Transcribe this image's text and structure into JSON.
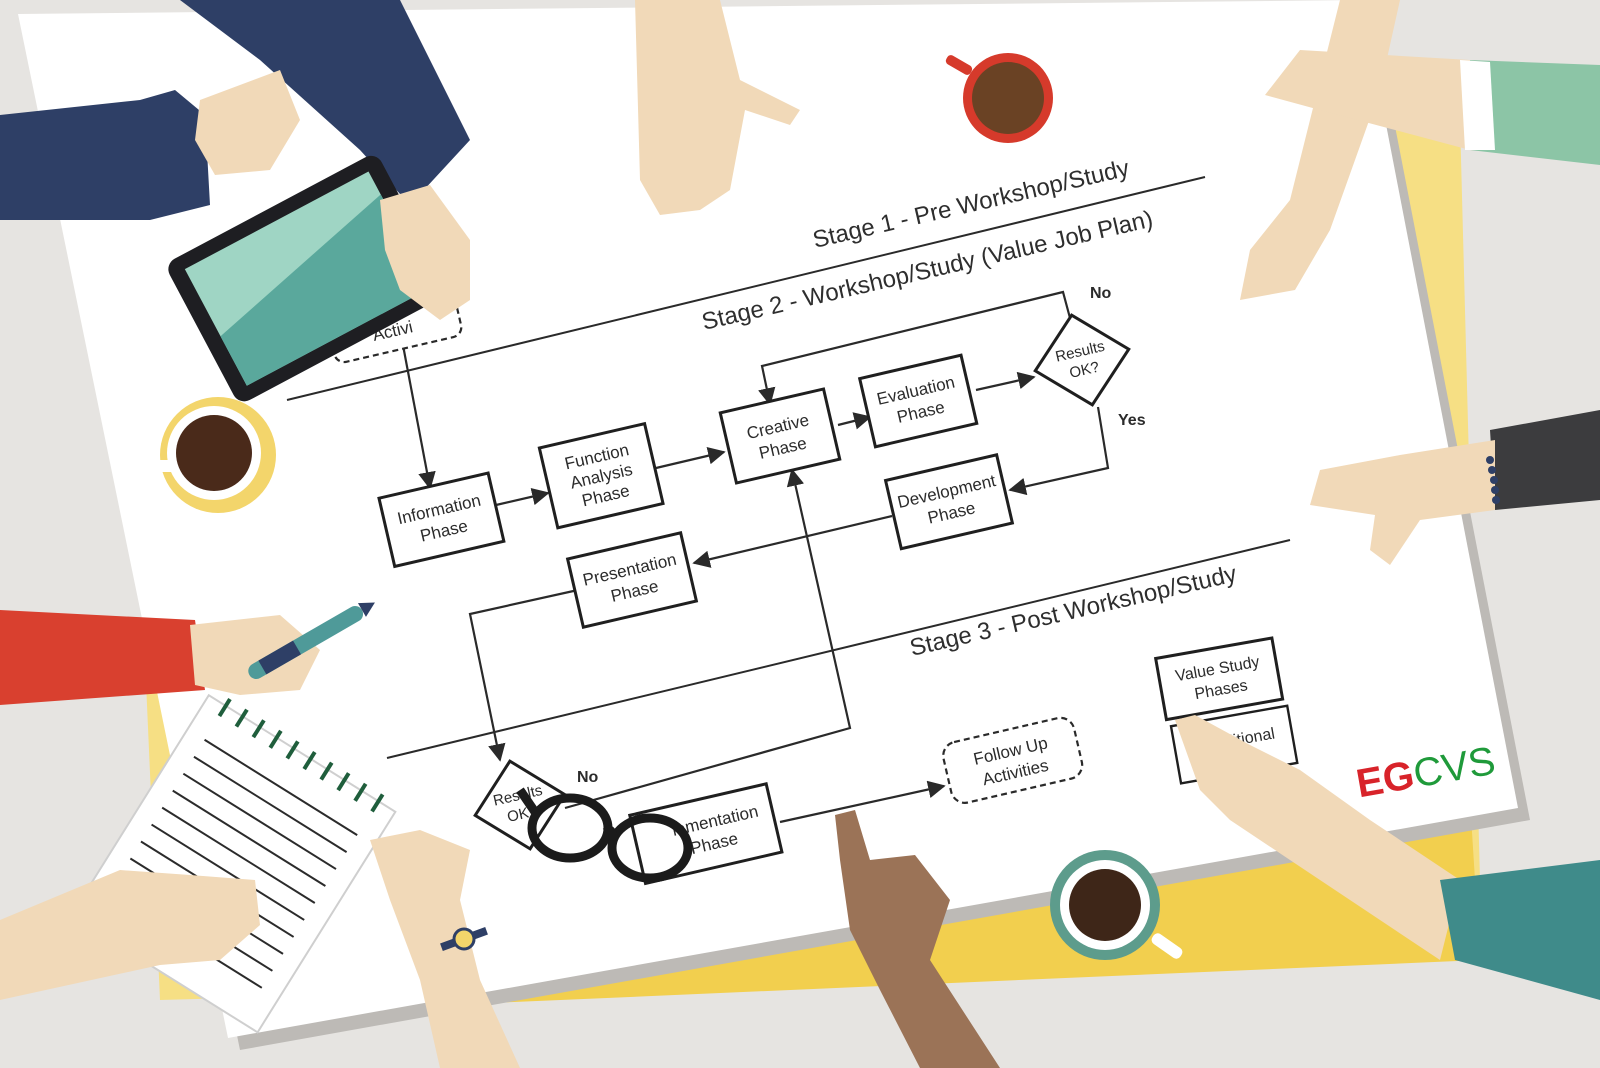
{
  "stages": {
    "stage1": "Stage 1 - Pre Workshop/Study",
    "stage2": "Stage 2 - Workshop/Study (Value Job Plan)",
    "stage3": "Stage 3 - Post Workshop/Study"
  },
  "nodes": {
    "activities_top": "Activi",
    "information": [
      "Information",
      "Phase"
    ],
    "function_analysis": [
      "Function",
      "Analysis",
      "Phase"
    ],
    "creative": [
      "Creative",
      "Phase"
    ],
    "evaluation": [
      "Evaluation",
      "Phase"
    ],
    "results_top": [
      "Results",
      "OK?"
    ],
    "development": [
      "Development",
      "Phase"
    ],
    "presentation": [
      "Presentation",
      "Phase"
    ],
    "results_bottom": [
      "Results",
      "OK?"
    ],
    "implementation": [
      "lementation",
      "Phase"
    ],
    "follow_up": [
      "Follow Up",
      "Activities"
    ]
  },
  "edge_labels": {
    "no_top": "No",
    "yes_top": "Yes",
    "no_bottom": "No"
  },
  "legend": {
    "value_study": [
      "Value Study",
      "Phases"
    ],
    "additional": "dditional"
  },
  "logo": {
    "eg": "EG",
    "cvs": "CVS"
  },
  "colors": {
    "paper": "#ffffff",
    "sticky": "#f6df84",
    "logo_red": "#d8232a",
    "logo_green": "#1f9a3a"
  }
}
